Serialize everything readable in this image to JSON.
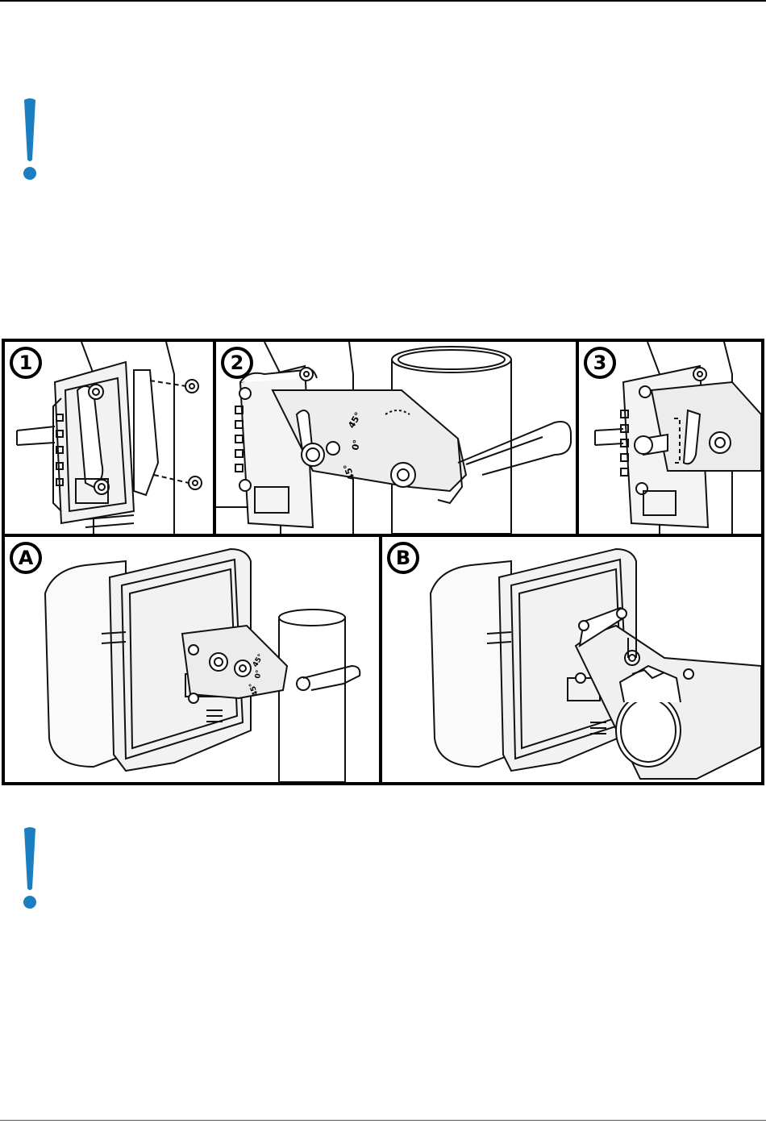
{
  "notice_icon_top": {
    "icon": "exclamation-icon",
    "color": "#1b7ec0"
  },
  "notice_icon_bottom": {
    "icon": "exclamation-icon",
    "color": "#1b7ec0"
  },
  "figure": {
    "panels": [
      {
        "id": "1",
        "label": "1",
        "scene": "bracket-plate-screws"
      },
      {
        "id": "2",
        "label": "2",
        "scene": "mount-arm-to-pole"
      },
      {
        "id": "3",
        "label": "3",
        "scene": "tilt-adjust-bolt"
      },
      {
        "id": "A",
        "label": "A",
        "scene": "vertical-pole-mount"
      },
      {
        "id": "B",
        "label": "B",
        "scene": "horizontal-pole-mount"
      }
    ],
    "tilt_labels": {
      "up": "45°",
      "mid": "0°",
      "down": "45°"
    }
  }
}
